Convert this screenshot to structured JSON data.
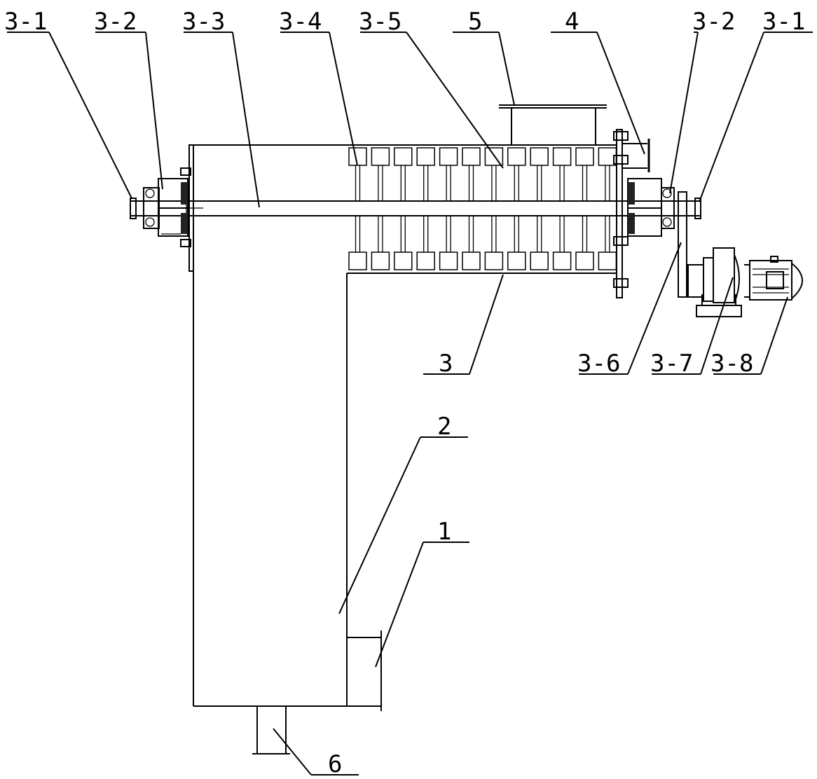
{
  "labels": {
    "l31_left": "3-1",
    "l32_left": "3-2",
    "l33": "3-3",
    "l34": "3-4",
    "l35": "3-5",
    "l5": "5",
    "l4": "4",
    "l32_right": "3-2",
    "l31_right": "3-1",
    "l3": "3",
    "l36": "3-6",
    "l37": "3-7",
    "l38": "3-8",
    "l2": "2",
    "l1": "1",
    "l6": "6"
  },
  "paddle_rows": 2,
  "paddles_per_row": 12
}
